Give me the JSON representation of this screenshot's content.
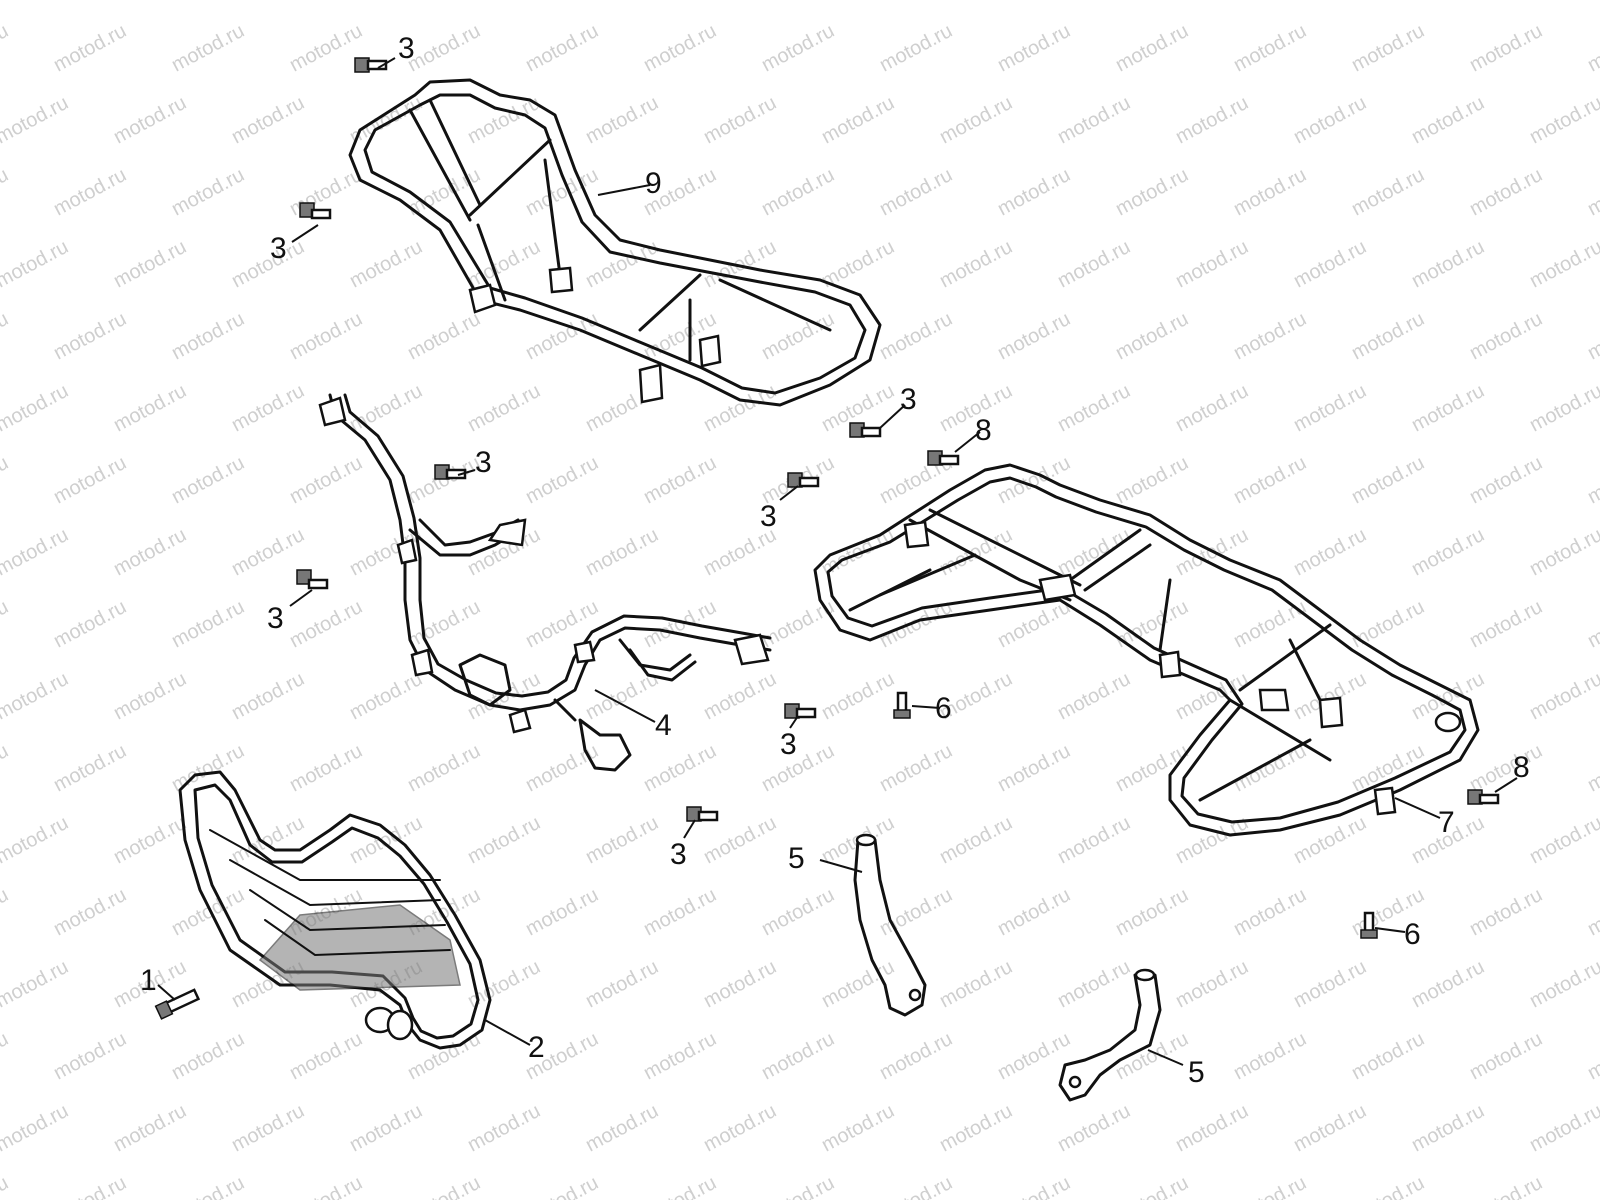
{
  "watermark": "motod.ru",
  "callouts": [
    {
      "id": "c1",
      "label": "1"
    },
    {
      "id": "c2",
      "label": "2"
    },
    {
      "id": "c3a",
      "label": "3"
    },
    {
      "id": "c3b",
      "label": "3"
    },
    {
      "id": "c3c",
      "label": "3"
    },
    {
      "id": "c3d",
      "label": "3"
    },
    {
      "id": "c3e",
      "label": "3"
    },
    {
      "id": "c3f",
      "label": "3"
    },
    {
      "id": "c3g",
      "label": "3"
    },
    {
      "id": "c3h",
      "label": "3"
    },
    {
      "id": "c4",
      "label": "4"
    },
    {
      "id": "c5a",
      "label": "5"
    },
    {
      "id": "c5b",
      "label": "5"
    },
    {
      "id": "c6a",
      "label": "6"
    },
    {
      "id": "c6b",
      "label": "6"
    },
    {
      "id": "c7",
      "label": "7"
    },
    {
      "id": "c8a",
      "label": "8"
    },
    {
      "id": "c8b",
      "label": "8"
    },
    {
      "id": "c9",
      "label": "9"
    }
  ]
}
